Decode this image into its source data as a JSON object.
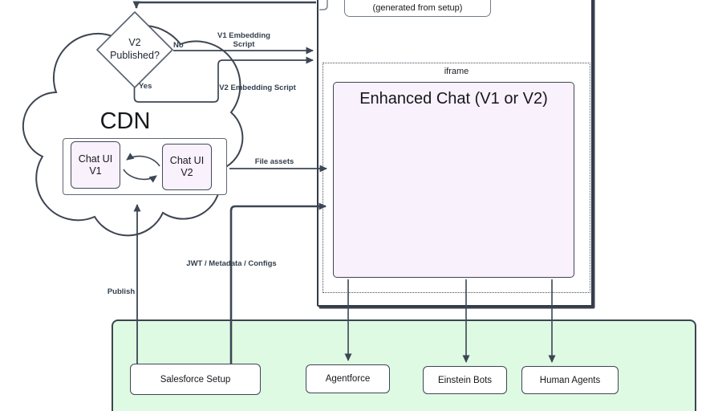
{
  "diagram": {
    "decision": {
      "line1": "V2",
      "line2": "Published?",
      "no": "No",
      "yes": "Yes"
    },
    "cloud": {
      "label": "CDN"
    },
    "chat_v1": {
      "title": "Chat UI",
      "version": "V1"
    },
    "chat_v2": {
      "title": "Chat UI",
      "version": "V2"
    },
    "generated_box": {
      "label": "(generated from setup)"
    },
    "iframe": {
      "label": "iframe"
    },
    "enhanced_chat": {
      "label": "Enhanced Chat (V1 or V2)"
    },
    "edges": {
      "v1_embedding_line1": "V1 Embedding",
      "v1_embedding_line2": "Script",
      "v2_embedding": "V2 Embedding Script",
      "file_assets": "File assets",
      "jwt": "JWT / Metadata / Configs",
      "publish": "Publish"
    },
    "bottom_nodes": {
      "salesforce": "Salesforce Setup",
      "agentforce": "Agentforce",
      "einstein": "Einstein Bots",
      "human": "Human Agents"
    },
    "colors": {
      "node_pink": "#f9f1fb",
      "panel_green": "#dffae3",
      "line": "#3c4654",
      "node_white": "#ffffff"
    }
  }
}
